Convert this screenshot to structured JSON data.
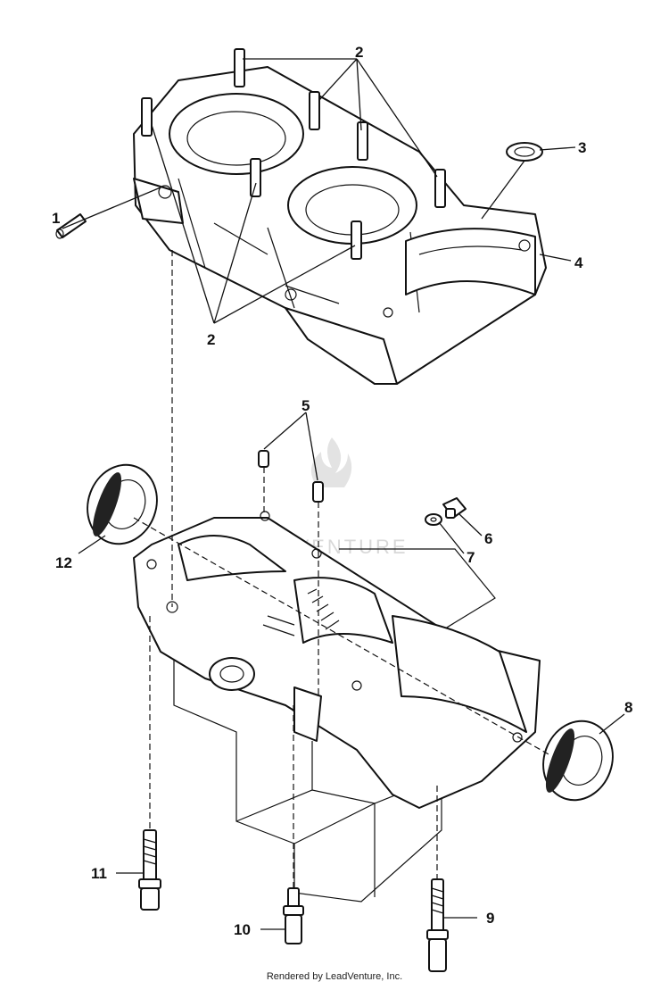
{
  "callouts": {
    "c1": "1",
    "c2a": "2",
    "c2b": "2",
    "c3": "3",
    "c4": "4",
    "c5": "5",
    "c6": "6",
    "c7": "7",
    "c8": "8",
    "c9": "9",
    "c10": "10",
    "c11": "11",
    "c12": "12"
  },
  "watermark": "LEADVENTURE",
  "footer": "Rendered by LeadVenture, Inc."
}
